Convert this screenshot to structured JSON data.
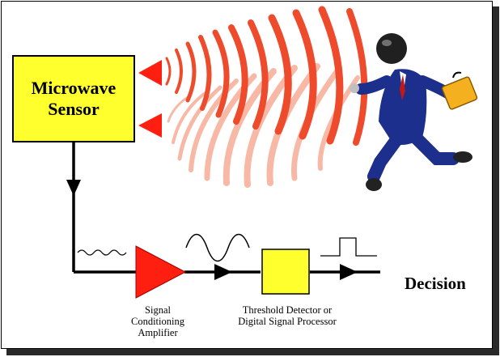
{
  "sensor": {
    "line1": "Microwave",
    "line2": "Sensor"
  },
  "amplifier": {
    "line1": "Signal",
    "line2": "Conditioning",
    "line3": "Amplifier"
  },
  "detector": {
    "line1": "Threshold Detector or",
    "line2": "Digital Signal Processor"
  },
  "output": {
    "label": "Decision"
  },
  "colors": {
    "box": "#ffff2e",
    "triangle": "#ff1f10",
    "wave_strong": "#ee4a2c",
    "wave_faint": "#f7b8a6",
    "suit": "#1c2f8c",
    "briefcase": "#f5b020"
  },
  "icons": [
    "running-businessman-icon",
    "briefcase-icon",
    "microwave-wave-icon"
  ]
}
